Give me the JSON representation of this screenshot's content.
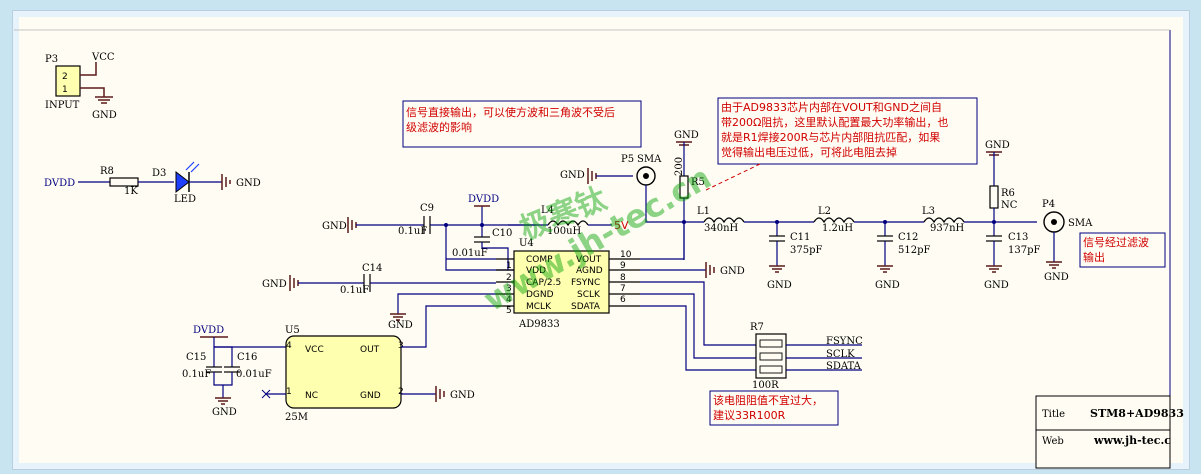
{
  "connectors": {
    "p3": {
      "ref": "P3",
      "pin2": "2",
      "pin1": "1",
      "name": "INPUT",
      "vcc": "VCC",
      "gnd": "GND"
    },
    "p5": {
      "ref": "P5",
      "name": "SMA",
      "gnd": "GND"
    },
    "p4": {
      "ref": "P4",
      "name": "SMA",
      "gnd": "GND"
    }
  },
  "notes": {
    "note1": [
      "信号直接输出，可以使方波和三角波不受后",
      "级滤波的影响"
    ],
    "note2": [
      "由于AD9833芯片内部在VOUT和GND之间自",
      "带200Ω阻抗，这里默认配置最大功率输出，也",
      "就是R1焊接200R与芯片内部阻抗匹配，如果",
      "觉得输出电压过低，可将此电阻去掉"
    ],
    "note3": [
      "信号经过滤波",
      "输出"
    ],
    "note4": [
      "该电阻阻值不宜过大，",
      "建议33R100R"
    ]
  },
  "power": {
    "dvdd": "DVDD",
    "gnd": "GND",
    "v5": "5V"
  },
  "led": {
    "r8": "R8",
    "r8_val": "1K",
    "d3": "D3",
    "name": "LED"
  },
  "caps": {
    "c9": {
      "ref": "C9",
      "val": "0.1uF"
    },
    "c10": {
      "ref": "C10",
      "val": "0.01uF"
    },
    "c14": {
      "ref": "C14",
      "val": "0.1uF"
    },
    "c11": {
      "ref": "C11",
      "val": "375pF"
    },
    "c12": {
      "ref": "C12",
      "val": "512pF"
    },
    "c13": {
      "ref": "C13",
      "val": "137pF"
    },
    "c15": {
      "ref": "C15",
      "val": "0.1uF"
    },
    "c16": {
      "ref": "C16",
      "val": "0.01uF"
    }
  },
  "inductors": {
    "l4": {
      "ref": "L4",
      "val": "100uH"
    },
    "l1": {
      "ref": "L1",
      "val": "340nH"
    },
    "l2": {
      "ref": "L2",
      "val": "1.2uH"
    },
    "l3": {
      "ref": "L3",
      "val": "937nH"
    }
  },
  "resistors": {
    "r5": {
      "ref": "R5",
      "val": "200"
    },
    "r6": {
      "ref": "R6",
      "val": "NC"
    },
    "r7": {
      "ref": "R7",
      "val": "100R"
    }
  },
  "u4": {
    "ref": "U4",
    "name": "AD9833",
    "left_pins": [
      {
        "num": "1",
        "name": "COMP"
      },
      {
        "num": "2",
        "name": "VDD"
      },
      {
        "num": "3",
        "name": "CAP/2.5"
      },
      {
        "num": "4",
        "name": "DGND"
      },
      {
        "num": "5",
        "name": "MCLK"
      }
    ],
    "right_pins": [
      {
        "num": "10",
        "name": "VOUT"
      },
      {
        "num": "9",
        "name": "AGND"
      },
      {
        "num": "8",
        "name": "FSYNC"
      },
      {
        "num": "7",
        "name": "SCLK"
      },
      {
        "num": "6",
        "name": "SDATA"
      }
    ]
  },
  "u5": {
    "ref": "U5",
    "name": "25M",
    "pins": {
      "vcc": "VCC",
      "out": "OUT",
      "nc": "NC",
      "gnd": "GND",
      "p1": "1",
      "p2": "2",
      "p3": "3",
      "p4": "4"
    }
  },
  "nets": {
    "fsync": "FSYNC",
    "sclk": "SCLK",
    "sdata": "SDATA"
  },
  "titleblock": {
    "title_label": "Title",
    "title_value": "STM8+AD9833",
    "web_label": "Web",
    "web_value": "www.jh-tec.c"
  },
  "watermark": {
    "cn": "极寒钛",
    "url": "www.jh-tec.cn"
  }
}
